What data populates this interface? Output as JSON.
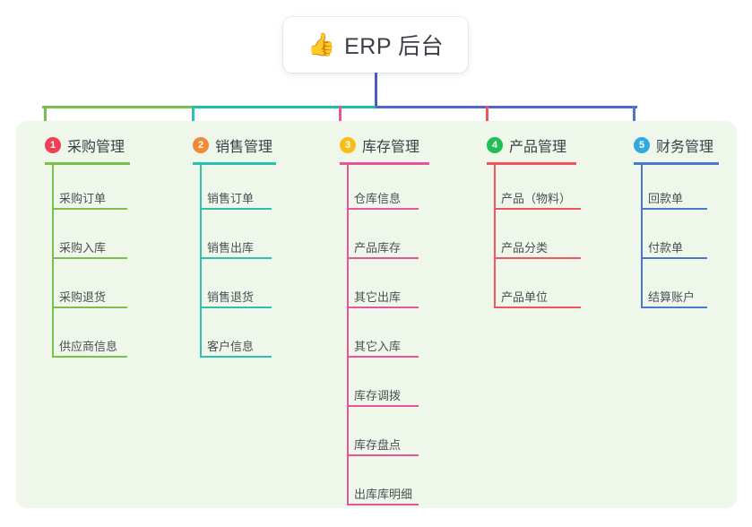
{
  "diagram": {
    "type": "mind-map",
    "root": {
      "icon": "thumbs-up-icon",
      "emoji": "👍",
      "label": "ERP 后台"
    },
    "colors": {
      "panel_background": "#eef7e9",
      "page_background": "#ffffff",
      "root_background": "#ffffff",
      "root_text": "#3b3f46",
      "trunk": "#4a59c4",
      "bus_left": "#79bf4e",
      "bus_mid": "#1bbfa5",
      "bus_right": "#5264cf"
    },
    "branches": [
      {
        "number": "1",
        "title": "采购管理",
        "badge_color": "#ef4056",
        "line_color": "#79bf4e",
        "items": [
          "采购订单",
          "采购入库",
          "采购退货",
          "供应商信息"
        ]
      },
      {
        "number": "2",
        "title": "销售管理",
        "badge_color": "#f08a36",
        "line_color": "#2dc0ae",
        "items": [
          "销售订单",
          "销售出库",
          "销售退货",
          "客户信息"
        ]
      },
      {
        "number": "3",
        "title": "库存管理",
        "badge_color": "#fbbc18",
        "line_color": "#e8539c",
        "items": [
          "仓库信息",
          "产品库存",
          "其它出库",
          "其它入库",
          "库存调拨",
          "库存盘点",
          "出库库明细"
        ]
      },
      {
        "number": "4",
        "title": "产品管理",
        "badge_color": "#20bf55",
        "line_color": "#f2545b",
        "items": [
          "产品（物料）",
          "产品分类",
          "产品单位"
        ]
      },
      {
        "number": "5",
        "title": "财务管理",
        "badge_color": "#31a8e0",
        "line_color": "#4a78d0",
        "items": [
          "回款单",
          "付款单",
          "结算账户"
        ]
      }
    ]
  }
}
